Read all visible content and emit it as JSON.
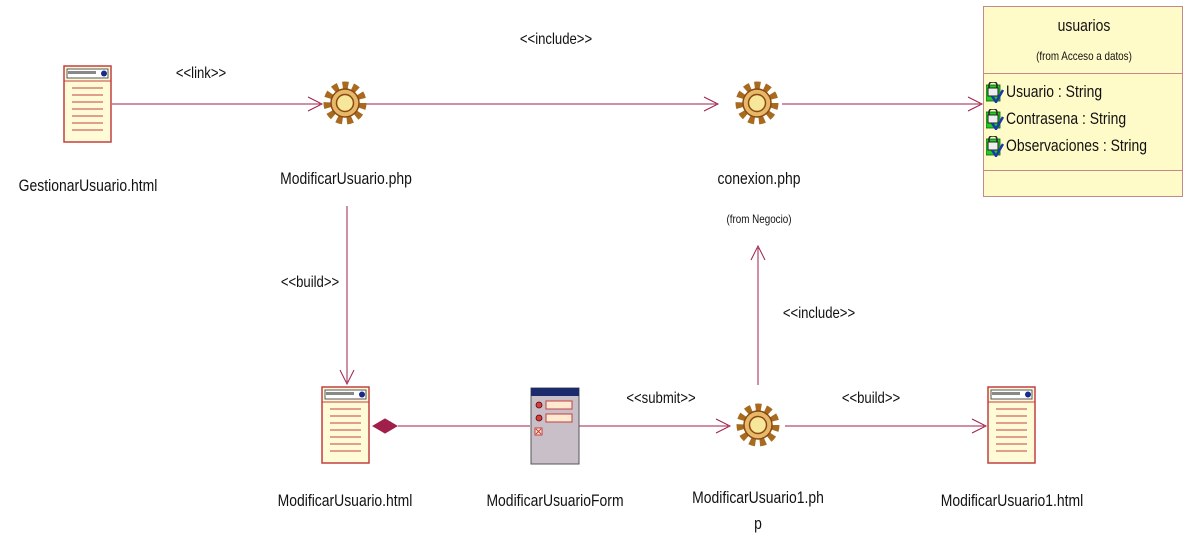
{
  "nodes": {
    "gestionar_html": "GestionarUsuario.html",
    "modificar_php": "ModificarUsuario.php",
    "conexion_php": "conexion.php",
    "conexion_from": "(from Negocio)",
    "modificar_html": "ModificarUsuario.html",
    "modificar_form": "ModificarUsuarioForm",
    "modificar1_php_line1": "ModificarUsuario1.ph",
    "modificar1_php_line2": "p",
    "modificar1_html": "ModificarUsuario1.html"
  },
  "class_box": {
    "name": "usuarios",
    "from": "(from Acceso a datos)",
    "attributes": [
      "Usuario : String",
      "Contrasena : String",
      "Observaciones : String"
    ]
  },
  "edges": {
    "link": "<<link>>",
    "include_top": "<<include>>",
    "build_left": "<<build>>",
    "include_right": "<<include>>",
    "submit": "<<submit>>",
    "build_right": "<<build>>"
  },
  "colors": {
    "edge": "#a0204a",
    "gear": "#a86a1e",
    "gear_fill": "#f7e79a",
    "class_fill": "#fffbc8",
    "page_fill": "#fffbd6"
  }
}
